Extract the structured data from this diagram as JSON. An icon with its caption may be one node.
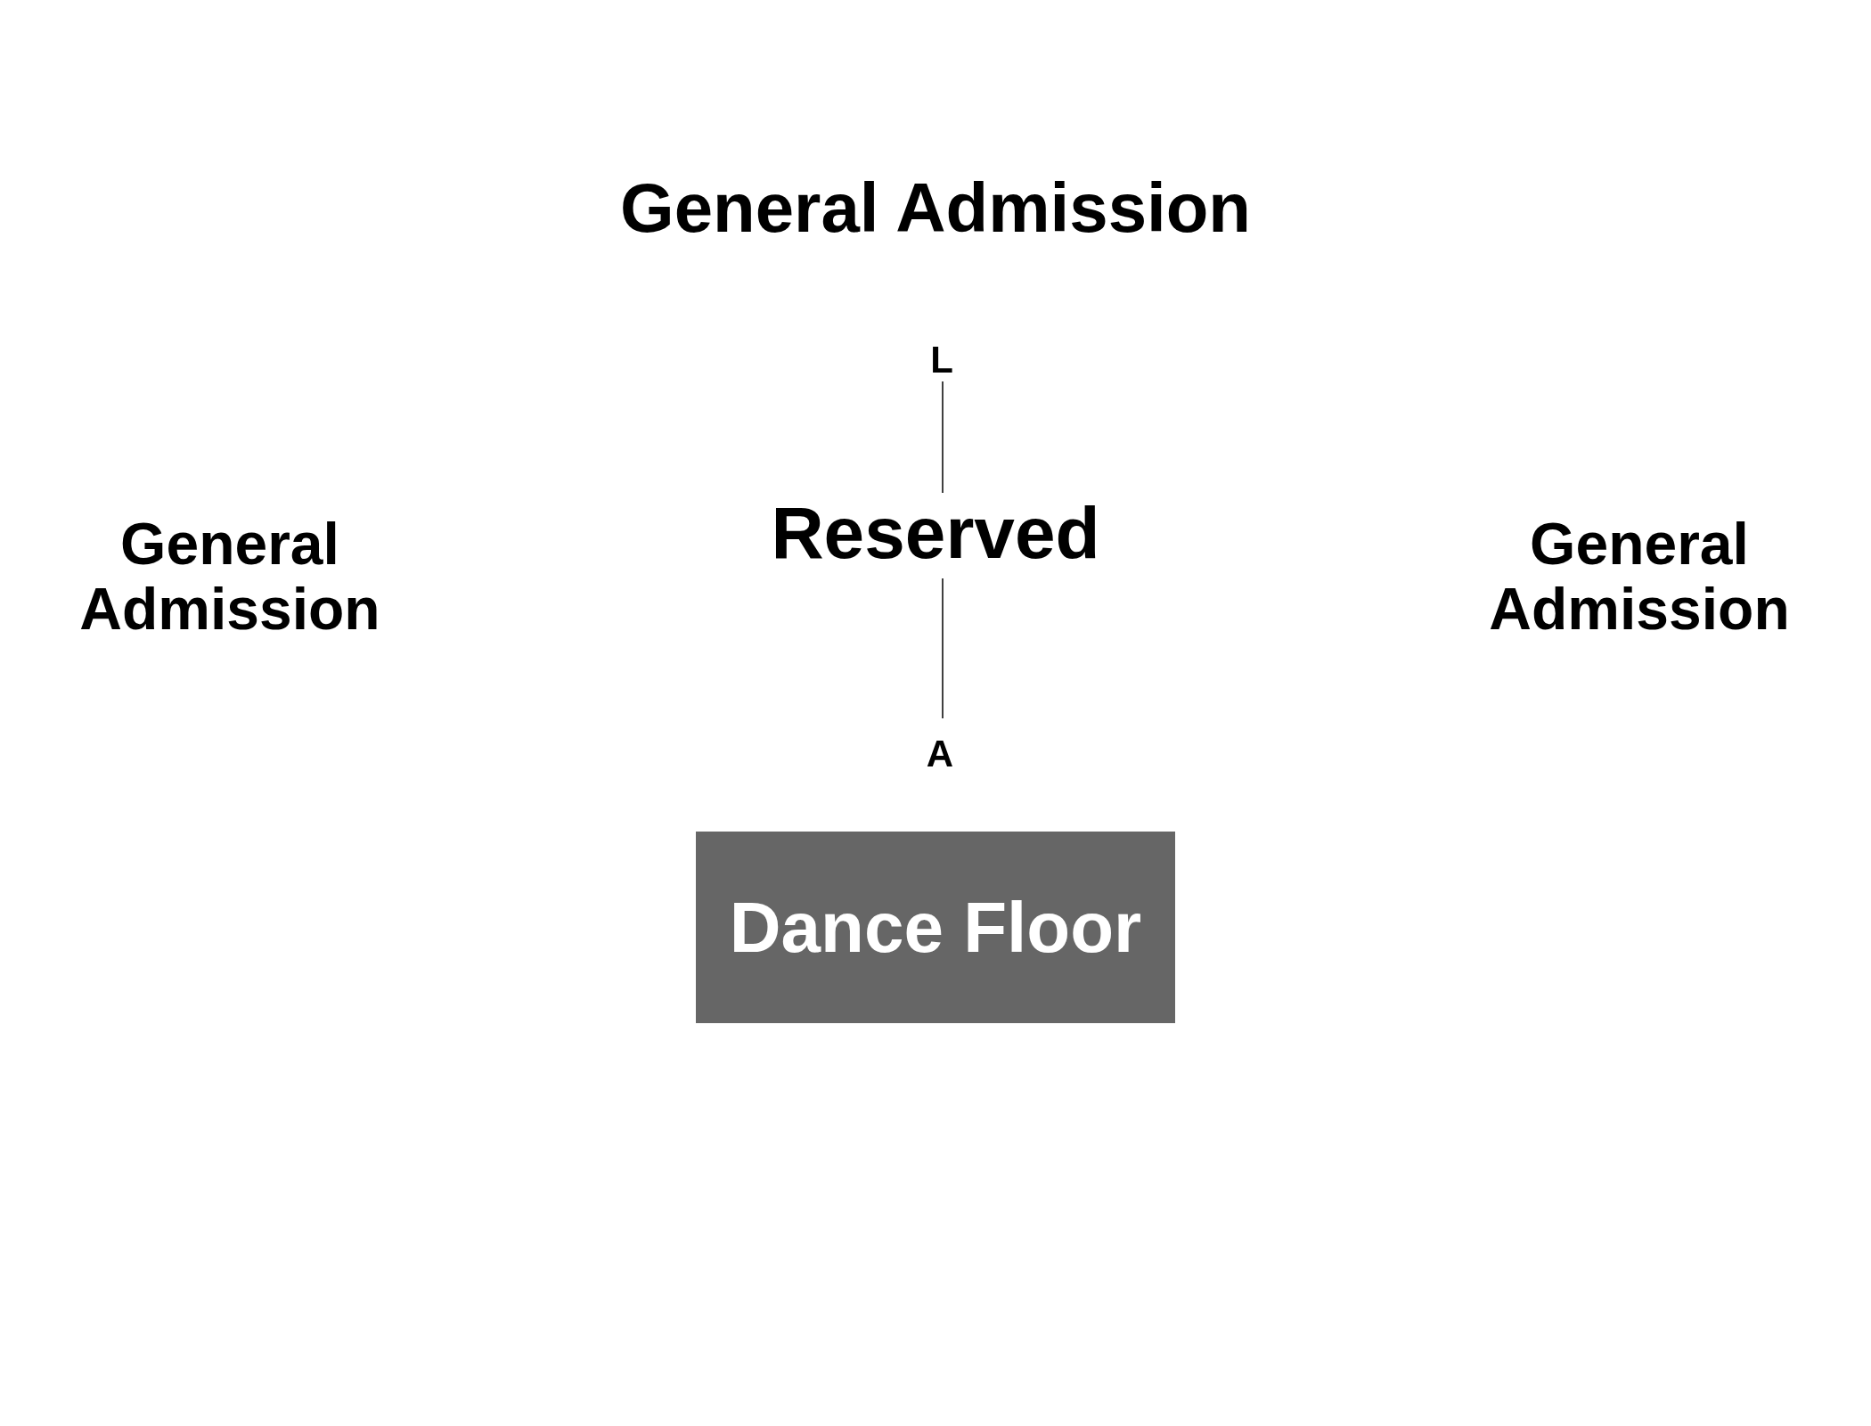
{
  "diagram": {
    "nodes": [
      {
        "text": [
          "Dance Floor"
        ]
      }
    ],
    "labels": [
      "General Admission",
      "L",
      "General Admission",
      "Reserved",
      "General Admission",
      "A"
    ]
  }
}
